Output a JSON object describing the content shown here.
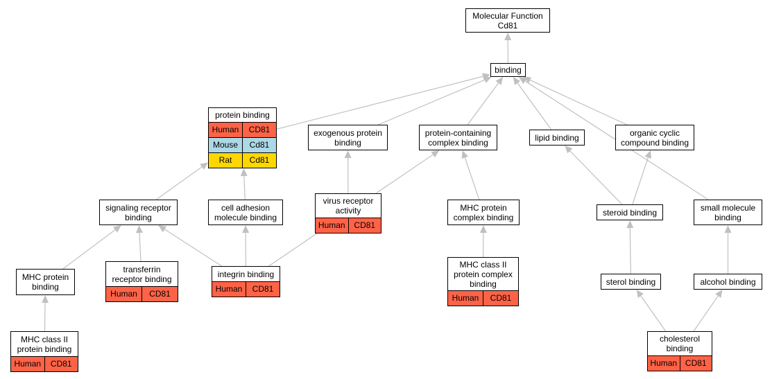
{
  "colors": {
    "edge": "#c0c0c0",
    "human": "#ff6347",
    "mouse": "#add8e6",
    "rat": "#ffd700"
  },
  "nodes": {
    "mf_root": {
      "label": "Molecular Function\nCd81"
    },
    "binding": {
      "label": "binding"
    },
    "protein_binding": {
      "label": "protein binding",
      "annotations": [
        [
          "Human",
          "CD81"
        ],
        [
          "Mouse",
          "Cd81"
        ],
        [
          "Rat",
          "Cd81"
        ]
      ]
    },
    "exogenous_protein_binding": {
      "label": "exogenous protein\nbinding"
    },
    "protein_containing_complex_binding": {
      "label": "protein-containing\ncomplex binding"
    },
    "lipid_binding": {
      "label": "lipid binding"
    },
    "organic_cyclic_compound_binding": {
      "label": "organic cyclic\ncompound binding"
    },
    "signaling_receptor_binding": {
      "label": "signaling receptor\nbinding"
    },
    "cell_adhesion_molecule_binding": {
      "label": "cell adhesion\nmolecule binding"
    },
    "virus_receptor_activity": {
      "label": "virus receptor\nactivity",
      "annotations": [
        [
          "Human",
          "CD81"
        ]
      ]
    },
    "mhc_protein_complex_binding": {
      "label": "MHC protein\ncomplex binding"
    },
    "steroid_binding": {
      "label": "steroid binding"
    },
    "small_molecule_binding": {
      "label": "small molecule\nbinding"
    },
    "mhc_protein_binding": {
      "label": "MHC protein\nbinding"
    },
    "transferrin_receptor_binding": {
      "label": "transferrin\nreceptor binding",
      "annotations": [
        [
          "Human",
          "CD81"
        ]
      ]
    },
    "integrin_binding": {
      "label": "integrin binding",
      "annotations": [
        [
          "Human",
          "CD81"
        ]
      ]
    },
    "mhc_class_ii_protein_complex_binding": {
      "label": "MHC class II\nprotein complex\nbinding",
      "annotations": [
        [
          "Human",
          "CD81"
        ]
      ]
    },
    "sterol_binding": {
      "label": "sterol binding"
    },
    "alcohol_binding": {
      "label": "alcohol binding"
    },
    "mhc_class_ii_protein_binding": {
      "label": "MHC class II\nprotein binding",
      "annotations": [
        [
          "Human",
          "CD81"
        ]
      ]
    },
    "cholesterol_binding": {
      "label": "cholesterol\nbinding",
      "annotations": [
        [
          "Human",
          "CD81"
        ]
      ]
    }
  },
  "edges": [
    [
      "binding",
      "mf_root"
    ],
    [
      "protein_binding",
      "binding"
    ],
    [
      "exogenous_protein_binding",
      "binding"
    ],
    [
      "protein_containing_complex_binding",
      "binding"
    ],
    [
      "lipid_binding",
      "binding"
    ],
    [
      "organic_cyclic_compound_binding",
      "binding"
    ],
    [
      "small_molecule_binding",
      "binding"
    ],
    [
      "signaling_receptor_binding",
      "protein_binding"
    ],
    [
      "cell_adhesion_molecule_binding",
      "protein_binding"
    ],
    [
      "virus_receptor_activity",
      "exogenous_protein_binding"
    ],
    [
      "mhc_protein_complex_binding",
      "protein_containing_complex_binding"
    ],
    [
      "integrin_binding",
      "protein_containing_complex_binding"
    ],
    [
      "steroid_binding",
      "lipid_binding"
    ],
    [
      "steroid_binding",
      "organic_cyclic_compound_binding"
    ],
    [
      "mhc_protein_binding",
      "signaling_receptor_binding"
    ],
    [
      "transferrin_receptor_binding",
      "signaling_receptor_binding"
    ],
    [
      "integrin_binding",
      "signaling_receptor_binding"
    ],
    [
      "integrin_binding",
      "cell_adhesion_molecule_binding"
    ],
    [
      "mhc_class_ii_protein_complex_binding",
      "mhc_protein_complex_binding"
    ],
    [
      "sterol_binding",
      "steroid_binding"
    ],
    [
      "alcohol_binding",
      "small_molecule_binding"
    ],
    [
      "mhc_class_ii_protein_binding",
      "mhc_protein_binding"
    ],
    [
      "cholesterol_binding",
      "sterol_binding"
    ],
    [
      "cholesterol_binding",
      "alcohol_binding"
    ]
  ]
}
